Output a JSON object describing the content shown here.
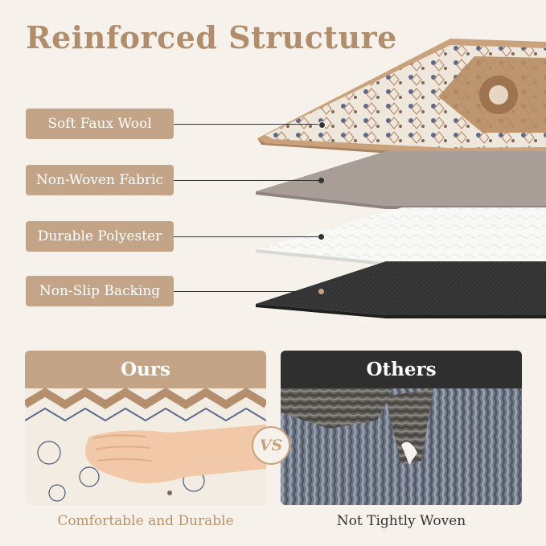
{
  "title": "Reinforced Structure",
  "layers": [
    {
      "label": "Soft Faux Wool"
    },
    {
      "label": "Non-Woven Fabric"
    },
    {
      "label": "Durable Polyester"
    },
    {
      "label": "Non-Slip Backing"
    }
  ],
  "comparison": {
    "ours": {
      "heading": "Ours",
      "caption": "Comfortable and Durable"
    },
    "vs": "VS",
    "others": {
      "heading": "Others",
      "caption": "Not Tightly Woven"
    }
  },
  "colors": {
    "accent": "#c4a487",
    "title": "#b08d6c",
    "others_header": "#2f2f2f"
  }
}
